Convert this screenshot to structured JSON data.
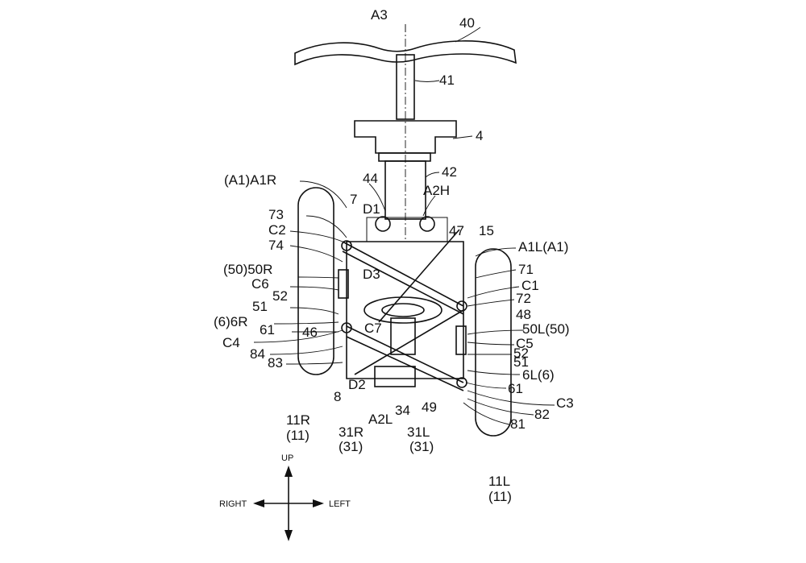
{
  "figure": {
    "description_labels": {
      "A3": "A3",
      "n40": "40",
      "n41": "41",
      "n4": "4",
      "n42": "42",
      "n44": "44",
      "A2H": "A2H",
      "A1R": "(A1)A1R",
      "n7": "7",
      "D1": "D1",
      "n73": "73",
      "C2": "C2",
      "n74": "74",
      "n47": "47",
      "n15": "15",
      "A1L": "A1L(A1)",
      "n71": "71",
      "C1": "C1",
      "R50": "(50)50R",
      "C6": "C6",
      "D3": "D3",
      "n52a": "52",
      "n51a": "51",
      "n72": "72",
      "n48": "48",
      "R6": "(6)6R",
      "n61a": "61",
      "n46": "46",
      "C7": "C7",
      "L50": "50L(50)",
      "C4": "C4",
      "n84": "84",
      "n83": "83",
      "C5": "C5",
      "n52b": "52",
      "n51b": "51",
      "L6": "6L(6)",
      "D2": "D2",
      "n61b": "61",
      "n8": "8",
      "C3": "C3",
      "n82": "82",
      "n81": "81",
      "n49": "49",
      "n34": "34",
      "A2L": "A2L",
      "R31": "31R",
      "R31p": "(31)",
      "L31": "31L",
      "L31p": "(31)",
      "R11": "11R",
      "R11p": "(11)",
      "L11": "11L",
      "L11p": "(11)"
    },
    "direction": {
      "up": "UP",
      "right": "RIGHT",
      "left": "LEFT"
    }
  }
}
